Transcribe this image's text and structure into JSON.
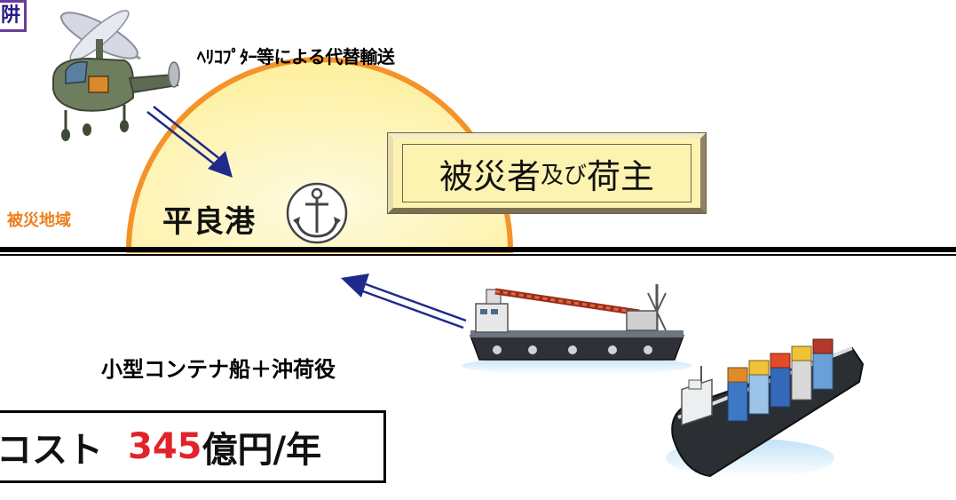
{
  "corner_mark_text": "阱",
  "helicopter_caption": "ﾍﾘｺﾌﾟﾀｰ等による代替輸送",
  "affected_region_label": "被災地域",
  "port": {
    "name": "平良港"
  },
  "victims_box": {
    "text_main_1": "被災者",
    "text_small": "及び",
    "text_main_2": "荷主"
  },
  "ship_caption": "小型コンテナ船＋沖荷役",
  "cost": {
    "prefix": "コスト",
    "amount": "345",
    "unit": "億円/年"
  },
  "colors": {
    "sun_fill": "#fdf3a8",
    "sun_outline": "#f4932a",
    "region_label": "#f07d1a",
    "arrow": "#1f2a8c",
    "cost_amount": "#e2232a",
    "ground_line": "#000000"
  },
  "icons": [
    "helicopter-icon",
    "anchor-icon",
    "crane-barge-icon",
    "container-ship-icon",
    "arrow-icon"
  ]
}
